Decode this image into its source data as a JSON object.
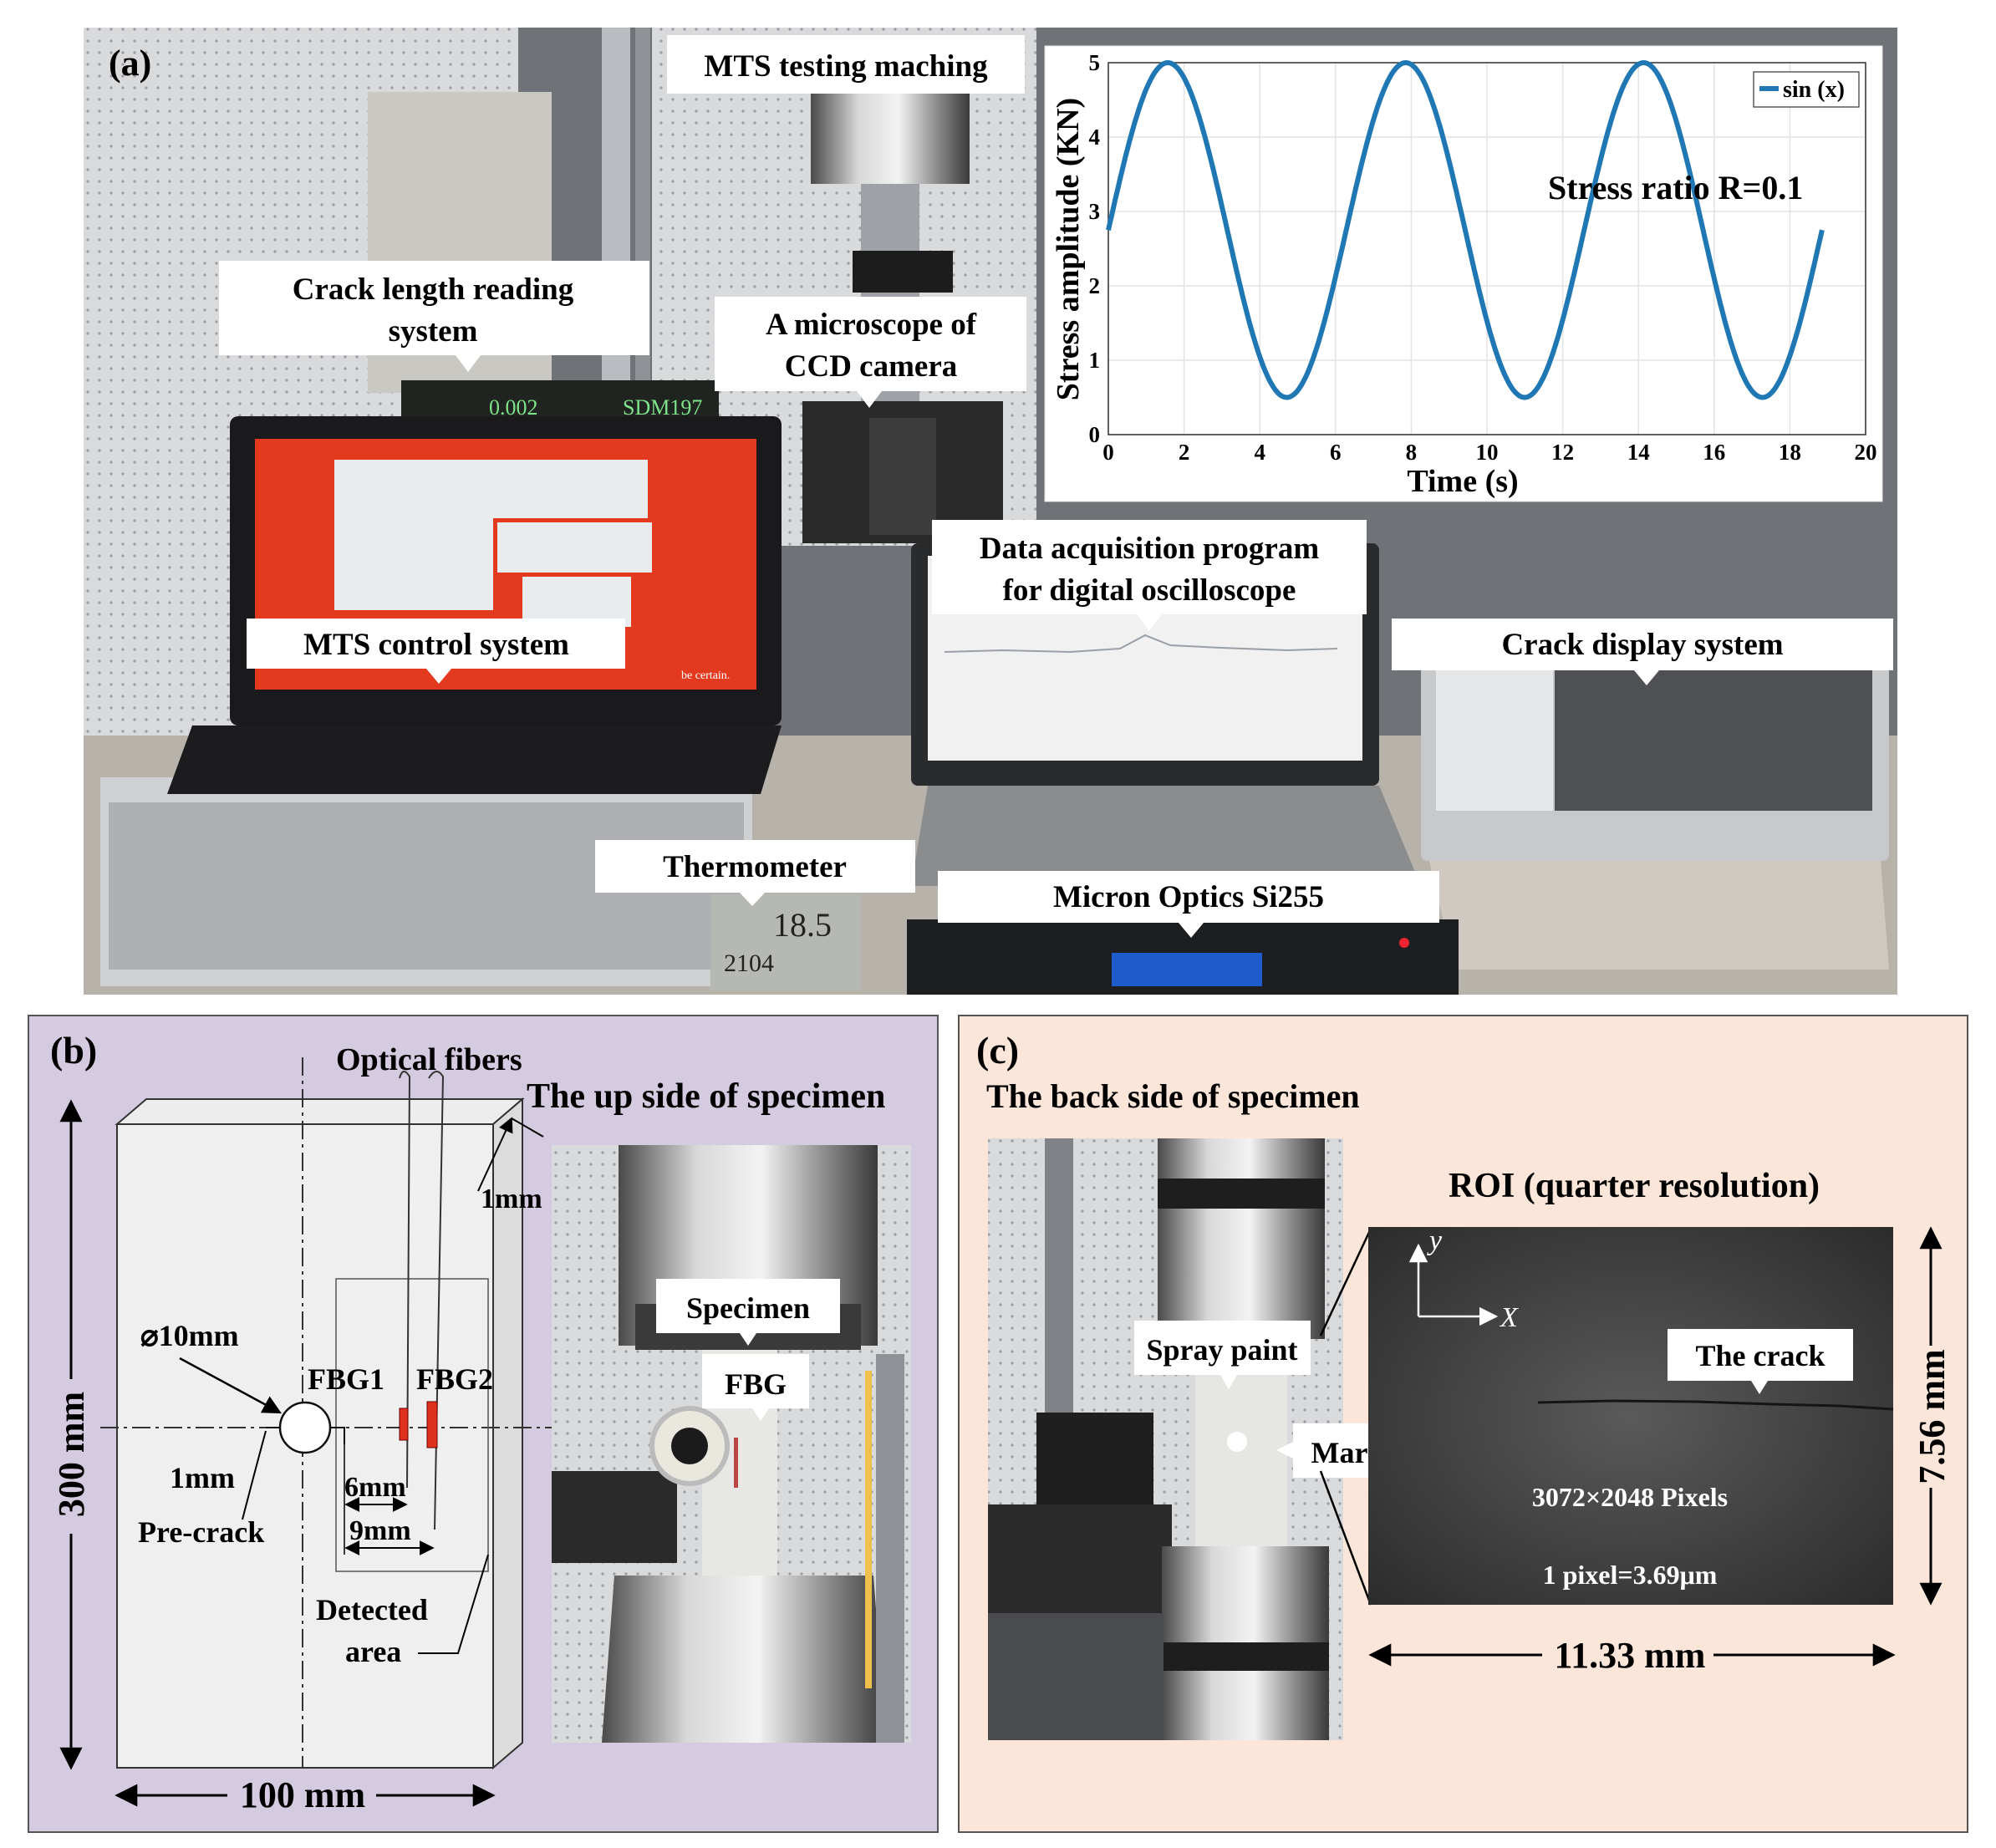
{
  "panel_a": {
    "label": "(a)",
    "callouts": {
      "mts_machine": "MTS testing maching",
      "crack_reading": [
        "Crack length reading",
        "system"
      ],
      "ccd": [
        "A microscope of",
        "CCD camera"
      ],
      "mts_control": "MTS control system",
      "daq": [
        "Data acquisition program",
        "for digital oscilloscope"
      ],
      "crack_display": "Crack display system",
      "thermometer": "Thermometer",
      "micron": "Micron Optics Si255"
    },
    "screen": {
      "readout_1": "0.002",
      "readout_2": "SDM197",
      "brand": "be certain.",
      "thermo_temp": "18.5",
      "thermo_hum": "2104"
    }
  },
  "chart_data": {
    "type": "line",
    "series": [
      {
        "name": "sin (x)",
        "x_range": [
          0,
          18.85
        ],
        "amplitude": 2.25,
        "offset": 2.75,
        "color": "#1f77b4"
      }
    ],
    "xlabel": "Time (s)",
    "ylabel": "Stress amplitude (KN)",
    "xlim": [
      0,
      20
    ],
    "ylim": [
      0,
      5
    ],
    "xticks": [
      "0",
      "2",
      "4",
      "6",
      "8",
      "10",
      "12",
      "14",
      "16",
      "18",
      "20"
    ],
    "yticks": [
      "0",
      "1",
      "2",
      "3",
      "4",
      "5"
    ],
    "annotation": "Stress ratio R=0.1",
    "grid": true,
    "legend": "top-right"
  },
  "panel_b": {
    "label": "(b)",
    "optical_fibers": "Optical fibers",
    "up_side": "The up side of specimen",
    "thickness": "1mm",
    "hole": "⌀10mm",
    "fbg1": "FBG1",
    "fbg2": "FBG2",
    "notch": "1mm",
    "precrack": "Pre-crack",
    "d6": "6mm",
    "d9": "9mm",
    "detected": [
      "Detected",
      "area"
    ],
    "height": "300 mm",
    "width": "100 mm",
    "photo_specimen": "Specimen",
    "photo_fbg": "FBG"
  },
  "panel_c": {
    "label": "(c)",
    "back_side": "The  back side of specimen",
    "roi_title": "ROI (quarter resolution)",
    "axis_y": "y",
    "axis_x": "X",
    "spray": "Spray paint",
    "mark": "Mark point",
    "crack": "The crack",
    "pixels": "3072×2048 Pixels",
    "pixel_size": "1 pixel=3.69μm",
    "roi_height": "7.56 mm",
    "roi_width": "11.33 mm"
  },
  "colors": {
    "panel_b_bg": "#d5cbe0",
    "panel_c_bg": "#fbe6d9",
    "curve": "#1f77b4",
    "fbg_red": "#e0301e"
  }
}
